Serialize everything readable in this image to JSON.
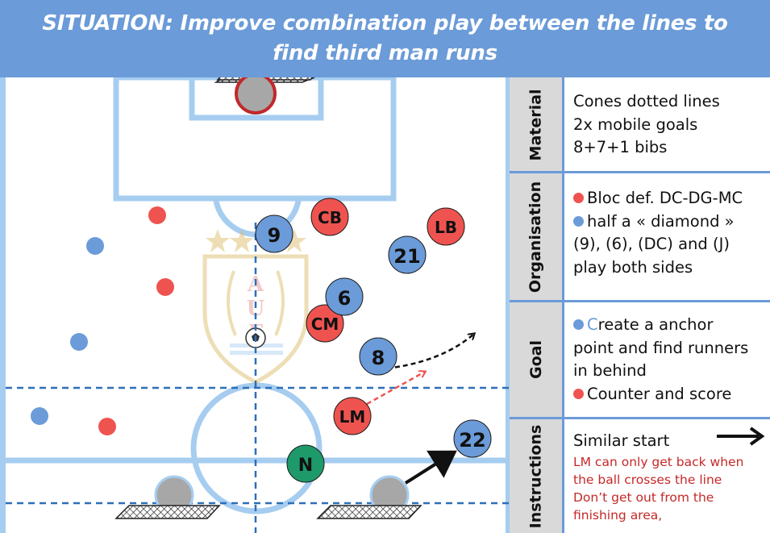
{
  "header": {
    "title": "SITUATION: Improve combination play between the lines to find third man runs"
  },
  "colors": {
    "header_bg": "#6b9bd8",
    "pitch_line": "#a6cdf0",
    "red_team": "#ef5350",
    "blue_team": "#6b9bd8",
    "neutral": "#1e9a6a",
    "instruction_red": "#c62828",
    "label_bg": "#d9d9d9"
  },
  "players": {
    "blue": [
      {
        "label": "9"
      },
      {
        "label": "21"
      },
      {
        "label": "6"
      },
      {
        "label": "8"
      },
      {
        "label": "22"
      }
    ],
    "red": [
      {
        "label": "CB"
      },
      {
        "label": "LB"
      },
      {
        "label": "CM"
      },
      {
        "label": "LM"
      }
    ],
    "neutral": {
      "label": "N"
    }
  },
  "panel": {
    "material": {
      "label": "Material",
      "lines": [
        "Cones dotted lines",
        "2x mobile goals",
        "8+7+1 bibs"
      ]
    },
    "organisation": {
      "label": "Organisation",
      "red_line": "Bloc def. DC-DG-MC",
      "blue_line1": "half a « diamond »",
      "blue_line2": "(9), (6), (DC) and (J)",
      "blue_line3": "play both sides"
    },
    "goal": {
      "label": "Goal",
      "blue_line1_first": "C",
      "blue_line1_rest": "reate a anchor",
      "blue_line2": "point and find runners",
      "blue_line3": "in behind",
      "red_line": "Counter and score"
    },
    "instructions": {
      "label": "Instructions",
      "line1": "Similar start",
      "red_lines": [
        "LM can only get back when",
        "the ball crosses the line",
        "Don’t get out from the",
        "finishing area,"
      ]
    }
  }
}
